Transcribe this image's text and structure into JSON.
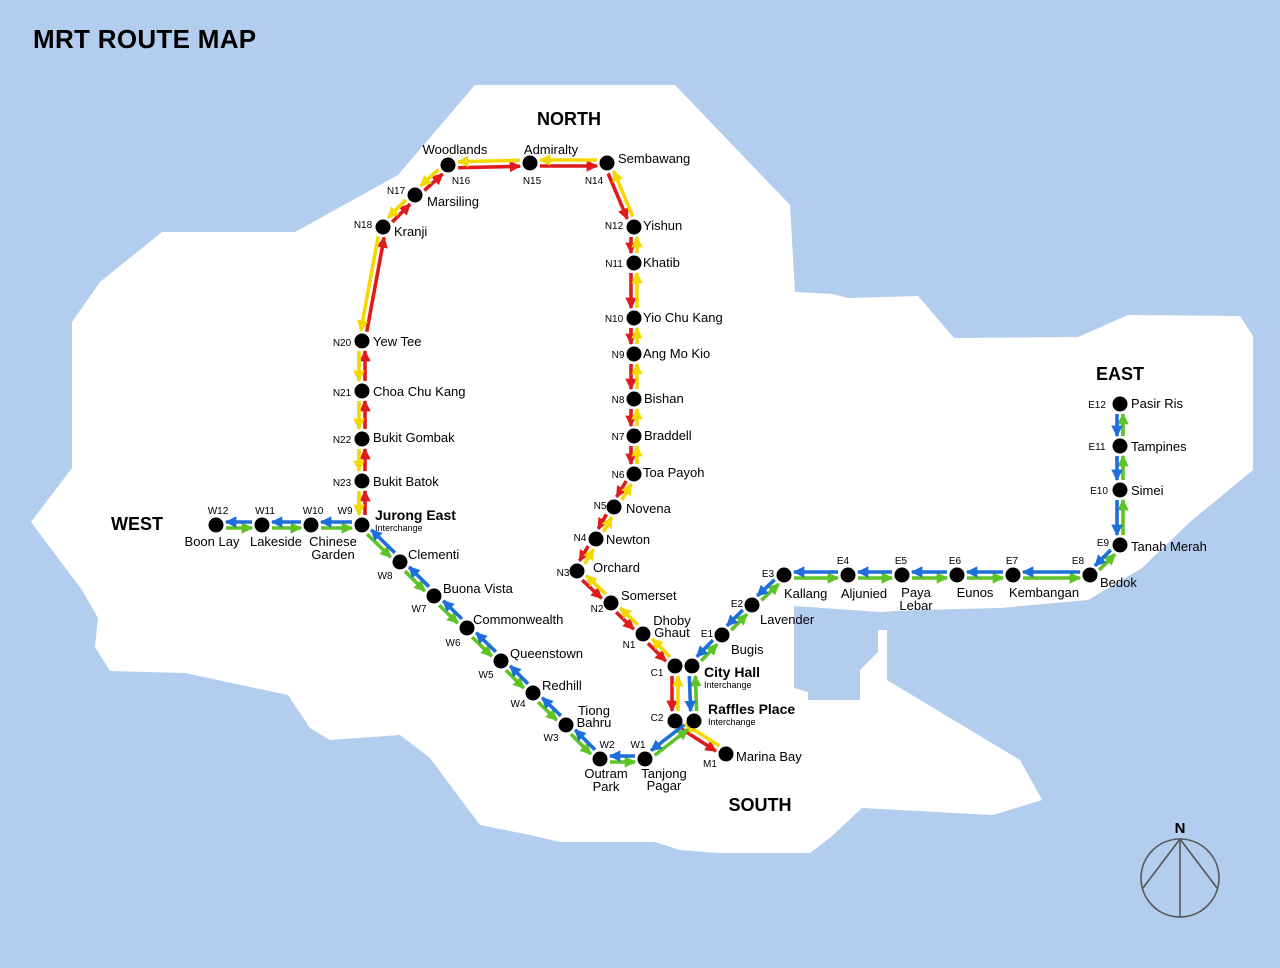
{
  "title": "MRT ROUTE MAP",
  "regions": {
    "north": "NORTH",
    "south": "SOUTH",
    "east": "EAST",
    "west": "WEST"
  },
  "compass_label": "N",
  "colors": {
    "water": "#b3cdee",
    "land": "#ffffff",
    "north_south_a": "#e11b1b",
    "north_south_b": "#f5d800",
    "east_west_a": "#5ec324",
    "east_west_b": "#1e6fd9"
  },
  "interchange_note": "Interchange",
  "stations": [
    {
      "id": "W12",
      "code": "W12",
      "name": "Boon Lay"
    },
    {
      "id": "W11",
      "code": "W11",
      "name": "Lakeside"
    },
    {
      "id": "W10",
      "code": "W10",
      "name": "Chinese Garden"
    },
    {
      "id": "W9",
      "code": "W9",
      "name": "Jurong East",
      "sub": "Interchange"
    },
    {
      "id": "W8",
      "code": "W8",
      "name": "Clementi"
    },
    {
      "id": "W7",
      "code": "W7",
      "name": "Buona Vista"
    },
    {
      "id": "W6",
      "code": "W6",
      "name": "Commonwealth"
    },
    {
      "id": "W5",
      "code": "W5",
      "name": "Queenstown"
    },
    {
      "id": "W4",
      "code": "W4",
      "name": "Redhill"
    },
    {
      "id": "W3",
      "code": "W3",
      "name": "Tiong Bahru"
    },
    {
      "id": "W2",
      "code": "W2",
      "name": "Outram Park"
    },
    {
      "id": "W1",
      "code": "W1",
      "name": "Tanjong Pagar"
    },
    {
      "id": "N23",
      "code": "N23",
      "name": "Bukit Batok"
    },
    {
      "id": "N22",
      "code": "N22",
      "name": "Bukit Gombak"
    },
    {
      "id": "N21",
      "code": "N21",
      "name": "Choa Chu Kang"
    },
    {
      "id": "N20",
      "code": "N20",
      "name": "Yew Tee"
    },
    {
      "id": "N18",
      "code": "N18",
      "name": "Kranji"
    },
    {
      "id": "N17",
      "code": "N17",
      "name": "Marsiling"
    },
    {
      "id": "N16",
      "code": "N16",
      "name": "Woodlands"
    },
    {
      "id": "N15",
      "code": "N15",
      "name": "Admiralty"
    },
    {
      "id": "N14",
      "code": "N14",
      "name": "Sembawang"
    },
    {
      "id": "N12",
      "code": "N12",
      "name": "Yishun"
    },
    {
      "id": "N11",
      "code": "N11",
      "name": "Khatib"
    },
    {
      "id": "N10",
      "code": "N10",
      "name": "Yio Chu Kang"
    },
    {
      "id": "N9",
      "code": "N9",
      "name": "Ang Mo Kio"
    },
    {
      "id": "N8",
      "code": "N8",
      "name": "Bishan"
    },
    {
      "id": "N7",
      "code": "N7",
      "name": "Braddell"
    },
    {
      "id": "N6",
      "code": "N6",
      "name": "Toa Payoh"
    },
    {
      "id": "N5",
      "code": "N5",
      "name": "Novena"
    },
    {
      "id": "N4",
      "code": "N4",
      "name": "Newton"
    },
    {
      "id": "N3",
      "code": "N3",
      "name": "Orchard"
    },
    {
      "id": "N2",
      "code": "N2",
      "name": "Somerset"
    },
    {
      "id": "N1",
      "code": "N1",
      "name": "Dhoby Ghaut"
    },
    {
      "id": "C1",
      "code": "C1",
      "name": "City Hall",
      "sub": "Interchange"
    },
    {
      "id": "C2",
      "code": "C2",
      "name": "Raffles Place",
      "sub": "Interchange"
    },
    {
      "id": "M1",
      "code": "M1",
      "name": "Marina Bay"
    },
    {
      "id": "E1",
      "code": "E1",
      "name": "Bugis"
    },
    {
      "id": "E2",
      "code": "E2",
      "name": "Lavender"
    },
    {
      "id": "E3",
      "code": "E3",
      "name": "Kallang"
    },
    {
      "id": "E4",
      "code": "E4",
      "name": "Aljunied"
    },
    {
      "id": "E5",
      "code": "E5",
      "name": "Paya Lebar"
    },
    {
      "id": "E6",
      "code": "E6",
      "name": "Eunos"
    },
    {
      "id": "E7",
      "code": "E7",
      "name": "Kembangan"
    },
    {
      "id": "E8",
      "code": "E8",
      "name": "Bedok"
    },
    {
      "id": "E9",
      "code": "E9",
      "name": "Tanah Merah"
    },
    {
      "id": "E10",
      "code": "E10",
      "name": "Simei"
    },
    {
      "id": "E11",
      "code": "E11",
      "name": "Tampines"
    },
    {
      "id": "E12",
      "code": "E12",
      "name": "Pasir Ris"
    }
  ]
}
